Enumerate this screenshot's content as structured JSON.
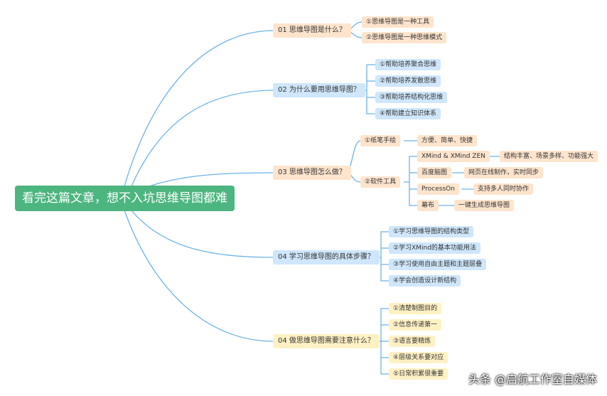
{
  "root": "看完这篇文章，想不入坑思维导图都难",
  "branches": [
    {
      "label": "01 思维导图是什么？",
      "children": [
        "①思维导图是一种工具",
        "②思维导图是一种思维模式"
      ]
    },
    {
      "label": "02 为什么要用思维导图？",
      "children": [
        "①帮助培养聚合思维",
        "②帮助培养发散思维",
        "③帮助培养结构化思维",
        "④帮助建立知识体系"
      ]
    },
    {
      "label": "03 思维导图怎么做？",
      "children": [
        {
          "label": "①纸笔手绘",
          "children": [
            "方便、简单、快捷"
          ]
        },
        {
          "label": "②软件工具",
          "children": [
            {
              "label": "XMind & XMind ZEN",
              "children": [
                "结构丰富、场景多样、功能强大"
              ]
            },
            {
              "label": "百度脑图",
              "children": [
                "网页在线制作，实时同步"
              ]
            },
            {
              "label": "ProcessOn",
              "children": [
                "支持多人同时协作"
              ]
            },
            {
              "label": "幕布",
              "children": [
                "一键生成思维导图"
              ]
            }
          ]
        }
      ]
    },
    {
      "label": "04 学习思维导图的具体步骤？",
      "children": [
        "①学习思维导图的结构类型",
        "②学习XMind的基本功能用法",
        "③学习使用自由主题和主题层叠",
        "④学会创造设计新结构"
      ]
    },
    {
      "label": "04 做思维导图需要注意什么？",
      "children": [
        "①清楚制图目的",
        "②信息传递第一",
        "③语言要精炼",
        "④层级关系要对应",
        "⑤日常积累很重要"
      ]
    }
  ],
  "watermark": "头条 @启航工作室自媒体",
  "colors": {
    "root": "#4cb580",
    "line": "#6db3e6",
    "orange": "#fde4cc",
    "blue": "#cfe6fb",
    "yellow": "#fff1c4"
  }
}
